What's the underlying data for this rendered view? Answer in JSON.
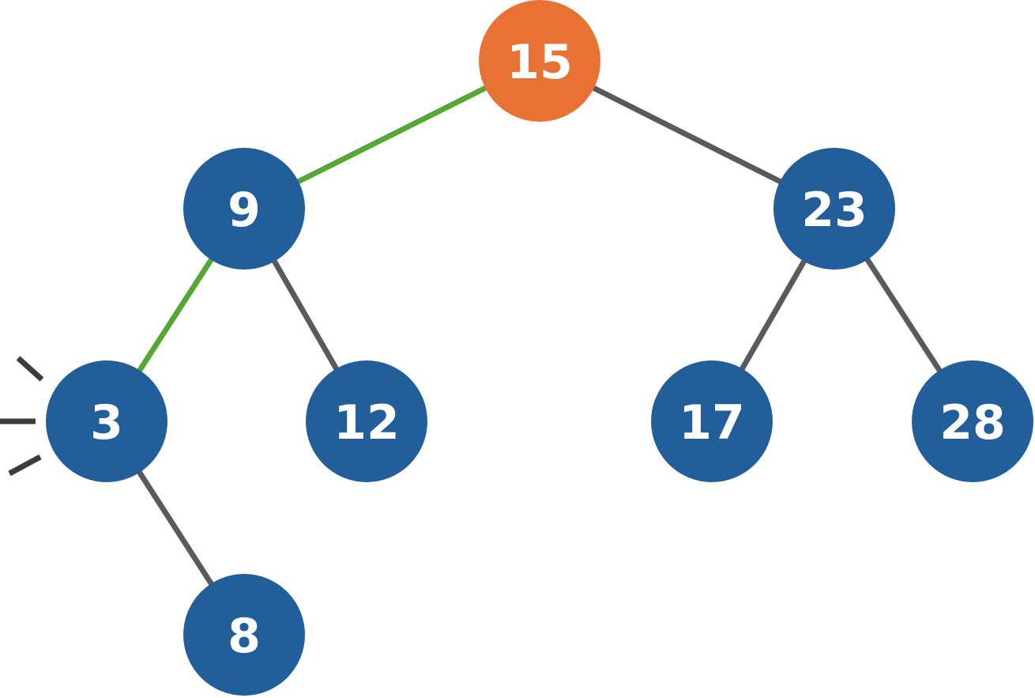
{
  "colors": {
    "root_fill": "#E87234",
    "node_fill": "#225F9A",
    "label": "#FFFFFF",
    "edge_default": "#5A5A5A",
    "edge_highlight": "#55A932",
    "marker": "#3C3C3C"
  },
  "nodes": [
    {
      "id": "n15",
      "label": "15",
      "role": "root"
    },
    {
      "id": "n9",
      "label": "9",
      "role": "node"
    },
    {
      "id": "n23",
      "label": "23",
      "role": "node"
    },
    {
      "id": "n3",
      "label": "3",
      "role": "node",
      "marked": true
    },
    {
      "id": "n12",
      "label": "12",
      "role": "node"
    },
    {
      "id": "n17",
      "label": "17",
      "role": "node"
    },
    {
      "id": "n28",
      "label": "28",
      "role": "node"
    },
    {
      "id": "n8",
      "label": "8",
      "role": "node"
    }
  ],
  "edges": [
    {
      "from": "n15",
      "to": "n9",
      "highlight": true
    },
    {
      "from": "n15",
      "to": "n23",
      "highlight": false
    },
    {
      "from": "n9",
      "to": "n3",
      "highlight": true
    },
    {
      "from": "n9",
      "to": "n12",
      "highlight": false
    },
    {
      "from": "n23",
      "to": "n17",
      "highlight": false
    },
    {
      "from": "n23",
      "to": "n28",
      "highlight": false
    },
    {
      "from": "n3",
      "to": "n8",
      "highlight": false
    }
  ]
}
